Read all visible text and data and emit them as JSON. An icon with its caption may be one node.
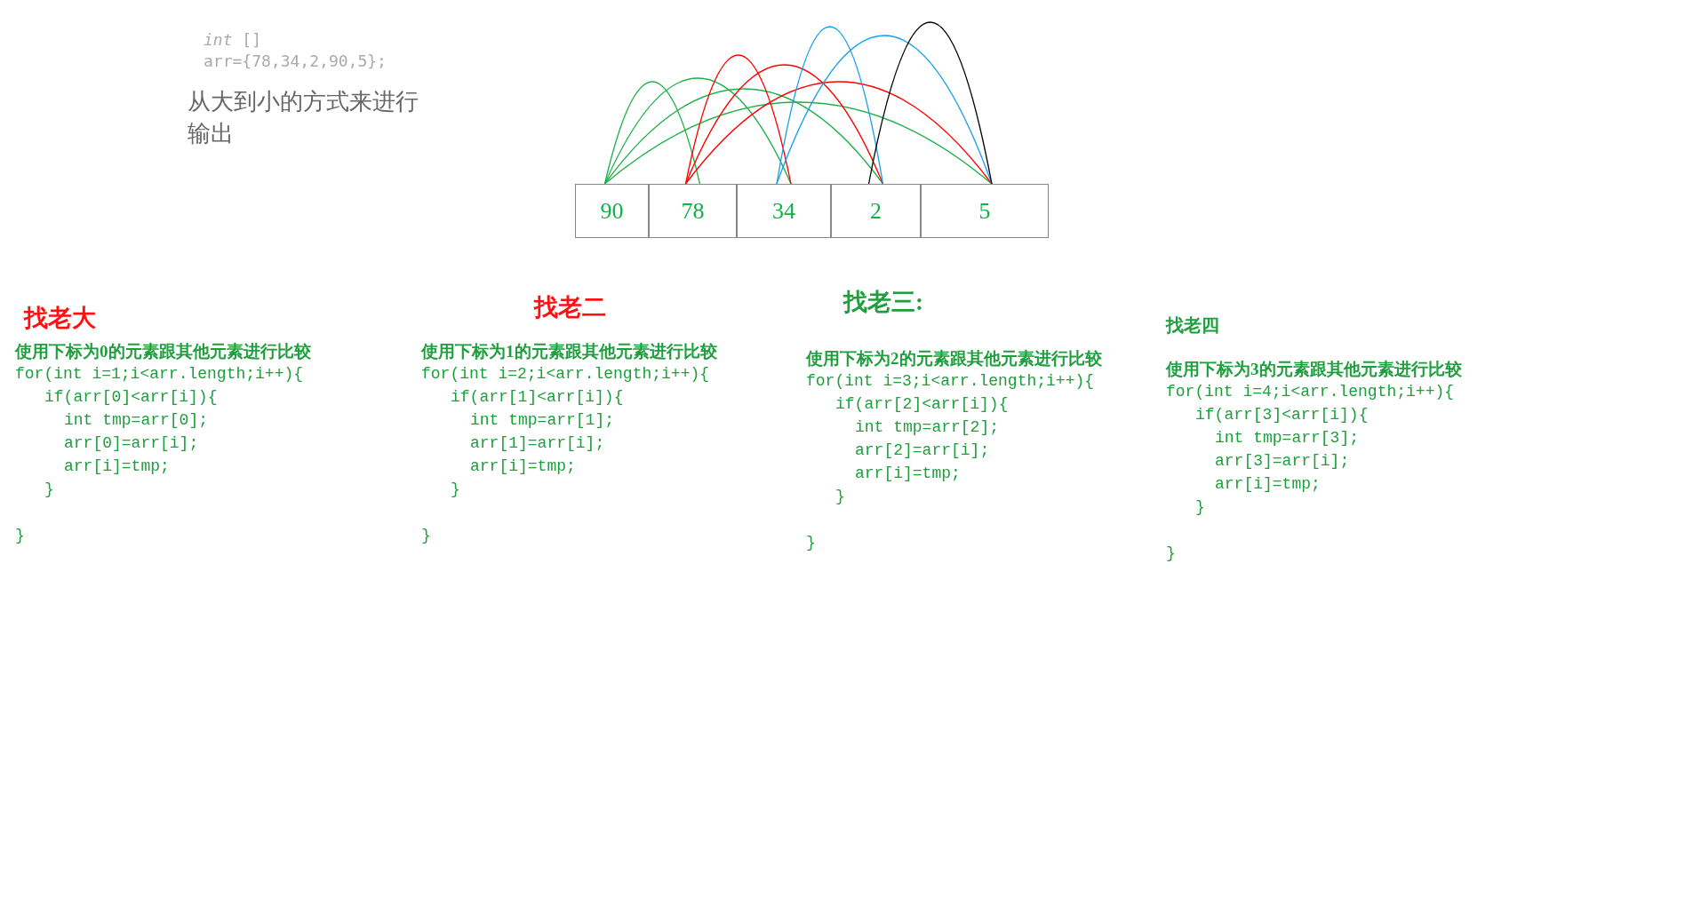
{
  "diagram": {
    "nodes": [
      {
        "text": [
          "90"
        ]
      },
      {
        "text": [
          "78"
        ]
      },
      {
        "text": [
          "34"
        ]
      },
      {
        "text": [
          "2"
        ]
      },
      {
        "text": [
          "5"
        ]
      }
    ],
    "edges": [
      {
        "from": 0,
        "to": 1,
        "arrow": "none"
      },
      {
        "from": 0,
        "to": 2,
        "arrow": "none"
      },
      {
        "from": 0,
        "to": 3,
        "arrow": "none"
      },
      {
        "from": 0,
        "to": 4,
        "arrow": "none"
      },
      {
        "from": 1,
        "to": 2,
        "arrow": "none",
        "color": "#ff0000"
      },
      {
        "from": 1,
        "to": 3,
        "arrow": "none",
        "color": "#ff0000"
      },
      {
        "from": 1,
        "to": 4,
        "arrow": "none",
        "color": "#ff0000"
      },
      {
        "from": 2,
        "to": 3,
        "arrow": "none",
        "color": "#1aa0e8"
      },
      {
        "from": 2,
        "to": 4,
        "arrow": "none",
        "color": "#1aa0e8"
      },
      {
        "from": 3,
        "to": 4,
        "arrow": "none",
        "color": "#000000"
      }
    ],
    "labels": [
      "*int* []",
      "arr={78,34,2,90,5};",
      "从大到小的方式来进行输出",
      "找老大",
      "使用下标为0的元素跟其他元素进行比较",
      "for(int i=1;i<arr.length;i++){",
      "if(arr[0]<arr[i]){",
      "int tmp=arr[0];",
      "arr[0]=arr[i];",
      "arr[i]=tmp;",
      "}",
      "}",
      "找老二",
      "使用下标为1的元素跟其他元素进行比较",
      "for(int i=2;i<arr.length;i++){",
      "if(arr[1]<arr[i]){",
      "int tmp=arr[1];",
      "arr[1]=arr[i];",
      "arr[i]=tmp;",
      "}",
      "}",
      "找老三:",
      "使用下标为2的元素跟其他元素进行比较",
      "for(int i=3;i<arr.length;i++){",
      "if(arr[2]<arr[i]){",
      "int tmp=arr[2];",
      "arr[2]=arr[i];",
      "arr[i]=tmp;",
      "}",
      "}",
      "找老四",
      "使用下标为3的元素跟其他元素进行比较",
      "for(int i=4;i<arr.length;i++){",
      "if(arr[3]<arr[i]){",
      "int tmp=arr[3];",
      "arr[3]=arr[i];",
      "arr[i]=tmp;",
      "}",
      "}"
    ]
  }
}
